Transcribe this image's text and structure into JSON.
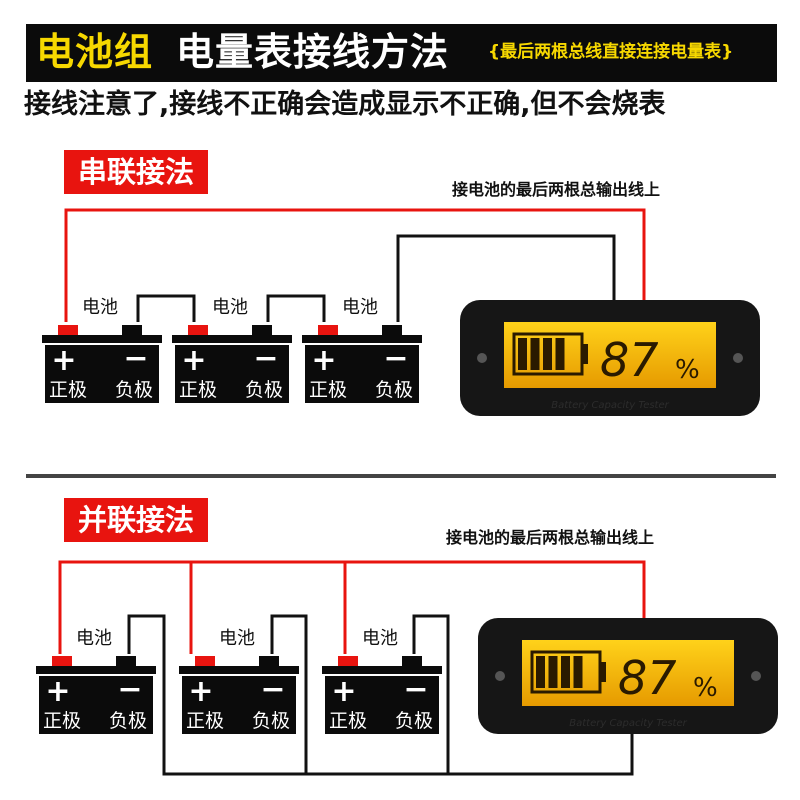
{
  "header": {
    "title_main": "电池组",
    "title_rest": "电量表接线方法",
    "title_note": "{最后两根总线直接连接电量表}"
  },
  "warning": "接线注意了,接线不正确会造成显示不正确,但不会烧表",
  "series_section": {
    "tag": "串联接法",
    "note": "接电池的最后两根总输出线上"
  },
  "parallel_section": {
    "tag": "并联接法",
    "note": "接电池的最后两根总输出线上"
  },
  "battery": {
    "name": "电池",
    "plus_symbol": "+",
    "minus_symbol": "−",
    "positive_label": "正极",
    "negative_label": "负极"
  },
  "meter": {
    "reading": "87",
    "unit": "%",
    "battery_level_fraction": 0.87,
    "bezel_text": "Battery Capacity Tester"
  },
  "colors": {
    "positive_wire": "#e8140f",
    "negative_wire": "#111111",
    "banner_accent": "#f7d800",
    "lcd_backlight": "#f2b400",
    "battery_body": "#0b0b0b"
  },
  "icons": [
    "battery-icon",
    "meter-icon",
    "battery-level-icon"
  ]
}
